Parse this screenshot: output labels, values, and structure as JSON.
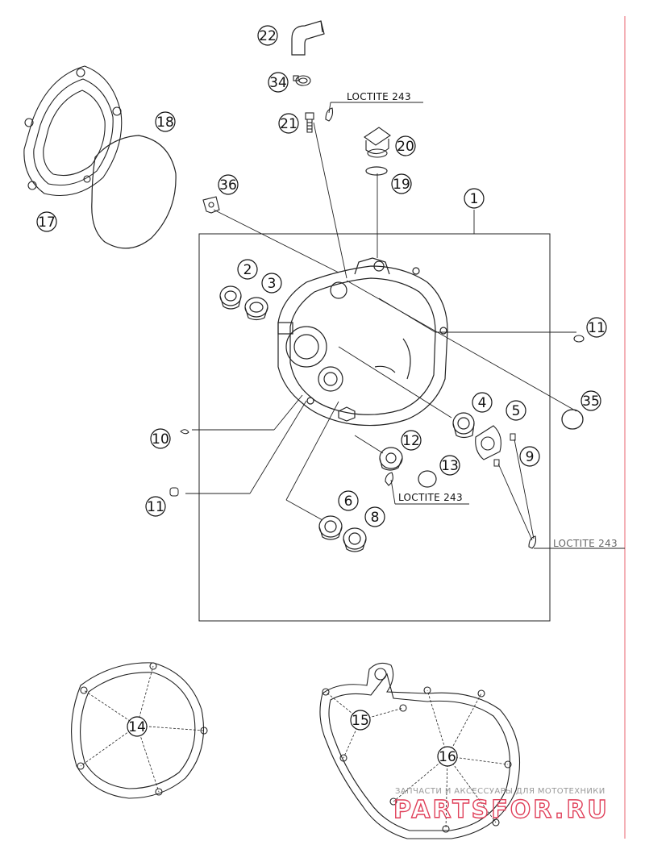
{
  "callouts": [
    {
      "id": "c22",
      "label": "22"
    },
    {
      "id": "c34",
      "label": "34"
    },
    {
      "id": "c21",
      "label": "21"
    },
    {
      "id": "c20",
      "label": "20"
    },
    {
      "id": "c19",
      "label": "19"
    },
    {
      "id": "c18",
      "label": "18"
    },
    {
      "id": "c17",
      "label": "17"
    },
    {
      "id": "c36",
      "label": "36"
    },
    {
      "id": "c1",
      "label": "1"
    },
    {
      "id": "c2",
      "label": "2"
    },
    {
      "id": "c3",
      "label": "3"
    },
    {
      "id": "c11a",
      "label": "11"
    },
    {
      "id": "c35",
      "label": "35"
    },
    {
      "id": "c4",
      "label": "4"
    },
    {
      "id": "c5",
      "label": "5"
    },
    {
      "id": "c9",
      "label": "9"
    },
    {
      "id": "c10",
      "label": "10"
    },
    {
      "id": "c12",
      "label": "12"
    },
    {
      "id": "c13",
      "label": "13"
    },
    {
      "id": "c11b",
      "label": "11"
    },
    {
      "id": "c6",
      "label": "6"
    },
    {
      "id": "c8",
      "label": "8"
    },
    {
      "id": "c14",
      "label": "14"
    },
    {
      "id": "c15",
      "label": "15"
    },
    {
      "id": "c16",
      "label": "16"
    }
  ],
  "annotations": {
    "loctite_top": "LOCTITE 243",
    "loctite_mid": "LOCTITE 243",
    "loctite_right": "LOCTITE 243"
  },
  "watermark": {
    "tagline": "ЗАПЧАСТИ И АКСЕССУАРЫ ДЛЯ МОТОТЕХНИКИ",
    "brand": "PARTSFOR.RU"
  },
  "colors": {
    "line": "#111111",
    "accent_red": "#e0405a",
    "border_red": "#e8606c"
  }
}
